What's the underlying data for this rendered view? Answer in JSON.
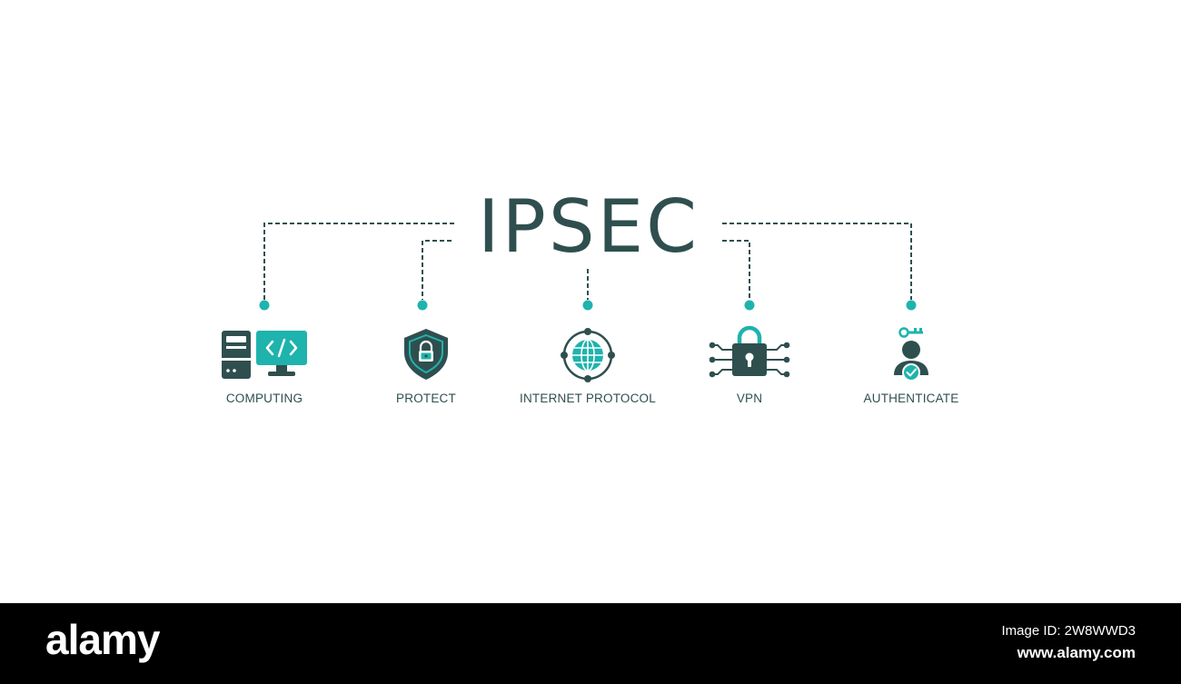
{
  "title": "IPSEC",
  "items": [
    {
      "label": "COMPUTING",
      "icon": "computing-icon"
    },
    {
      "label": "PROTECT",
      "icon": "shield-lock-icon"
    },
    {
      "label": "INTERNET PROTOCOL",
      "icon": "globe-network-icon"
    },
    {
      "label": "VPN",
      "icon": "padlock-circuit-icon"
    },
    {
      "label": "AUTHENTICATE",
      "icon": "user-key-check-icon"
    }
  ],
  "footer": {
    "logo": "alamy",
    "image_id": "Image ID: 2W8WWD3",
    "site": "www.alamy.com"
  },
  "colors": {
    "dark": "#2f4f4f",
    "accent": "#1fb3ad",
    "background": "#ffffff",
    "footer": "#000000"
  }
}
